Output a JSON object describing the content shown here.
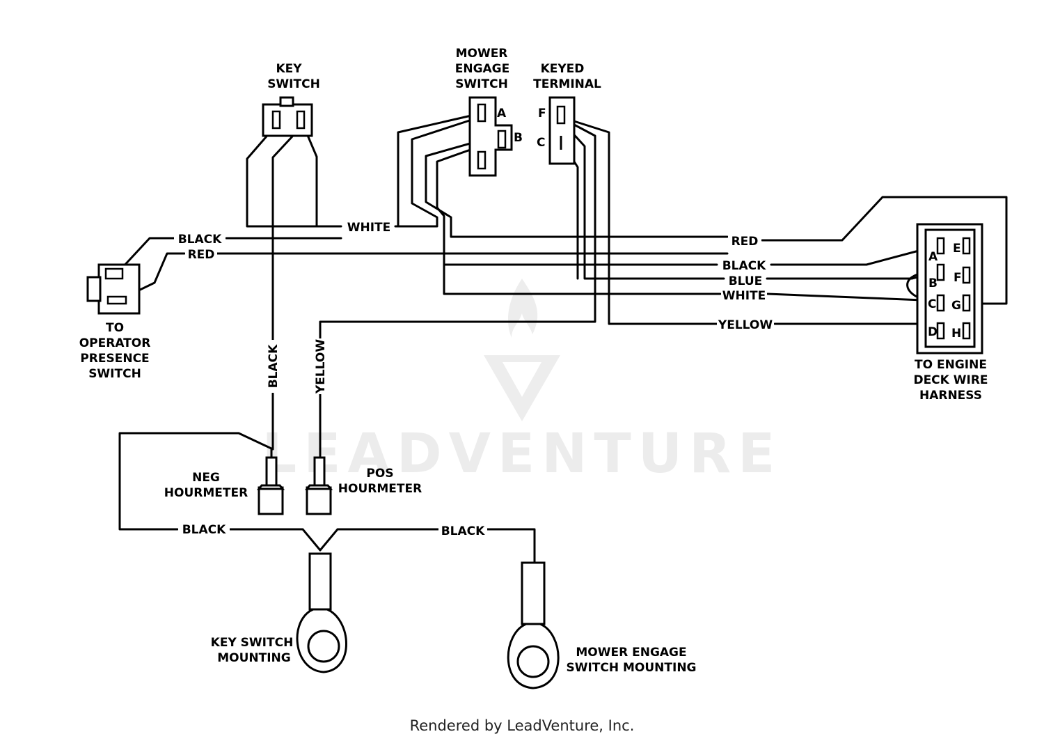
{
  "components": {
    "key_switch": [
      "KEY",
      "SWITCH"
    ],
    "mower_engage_switch": [
      "MOWER",
      "ENGAGE",
      "SWITCH"
    ],
    "keyed_terminal": [
      "KEYED",
      "TERMINAL"
    ],
    "operator_presence": [
      "TO",
      "OPERATOR",
      "PRESENCE",
      "SWITCH"
    ],
    "engine_deck_harness": [
      "TO ENGINE",
      "DECK WIRE",
      "HARNESS"
    ],
    "neg_hourmeter": [
      "NEG",
      "HOURMETER"
    ],
    "pos_hourmeter": [
      "POS",
      "HOURMETER"
    ],
    "key_switch_mounting": [
      "KEY SWITCH",
      "MOUNTING"
    ],
    "mower_engage_mounting": [
      "MOWER ENGAGE",
      "SWITCH MOUNTING"
    ]
  },
  "pins": {
    "mower_a": "A",
    "mower_b": "B",
    "keyed_f": "F",
    "keyed_c": "C",
    "harness_a": "A",
    "harness_b": "B",
    "harness_c": "C",
    "harness_d": "D",
    "harness_e": "E",
    "harness_f": "F",
    "harness_g": "G",
    "harness_h": "H"
  },
  "wires": {
    "white_top": "WHITE",
    "black_top": "BLACK",
    "red_left": "RED",
    "red_right": "RED",
    "black_right": "BLACK",
    "blue": "BLUE",
    "white_right": "WHITE",
    "yellow_right": "YELLOW",
    "black_vertical": "BLACK",
    "yellow_vertical": "YELLOW",
    "black_bottom_left": "BLACK",
    "black_bottom_right": "BLACK"
  },
  "watermark": "LEADVENTURE",
  "footer": "Rendered by LeadVenture, Inc."
}
